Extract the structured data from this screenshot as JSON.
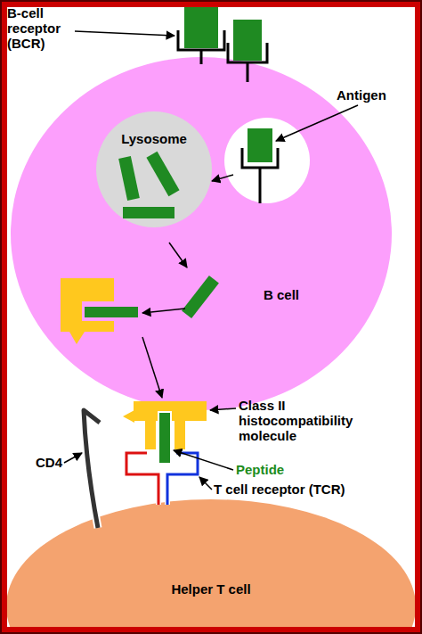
{
  "diagram": {
    "nodes": [
      {
        "text": [
          "B cell"
        ]
      },
      {
        "text": [
          "Lysosome"
        ],
        "in": 0
      },
      {
        "text": [
          "Helper T cell"
        ]
      }
    ],
    "labels": [
      "B-cell receptor (BCR)",
      "Antigen",
      "Class II histocompatibility molecule",
      "Peptide",
      "T cell receptor (TCR)",
      "CD4"
    ]
  }
}
